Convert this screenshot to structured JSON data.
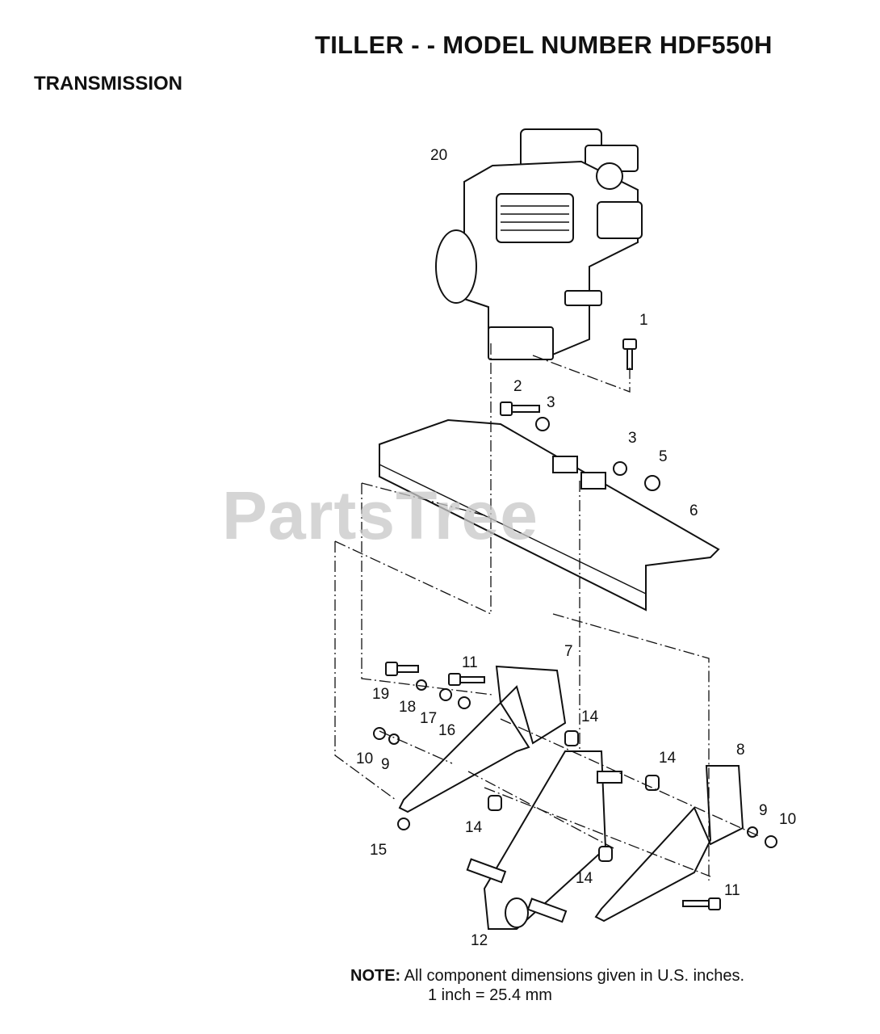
{
  "header": {
    "title": "TILLER - - MODEL NUMBER HDF550H",
    "section": "TRANSMISSION"
  },
  "watermark": "PartsTree",
  "note": {
    "label": "NOTE:",
    "line1": "All component dimensions given in U.S. inches.",
    "line2": "1 inch = 25.4 mm"
  },
  "callouts": [
    "20",
    "1",
    "2",
    "3",
    "3",
    "5",
    "6",
    "7",
    "11",
    "19",
    "18",
    "17",
    "16",
    "14",
    "14",
    "8",
    "10",
    "9",
    "9",
    "10",
    "15",
    "14",
    "14",
    "11",
    "12"
  ]
}
